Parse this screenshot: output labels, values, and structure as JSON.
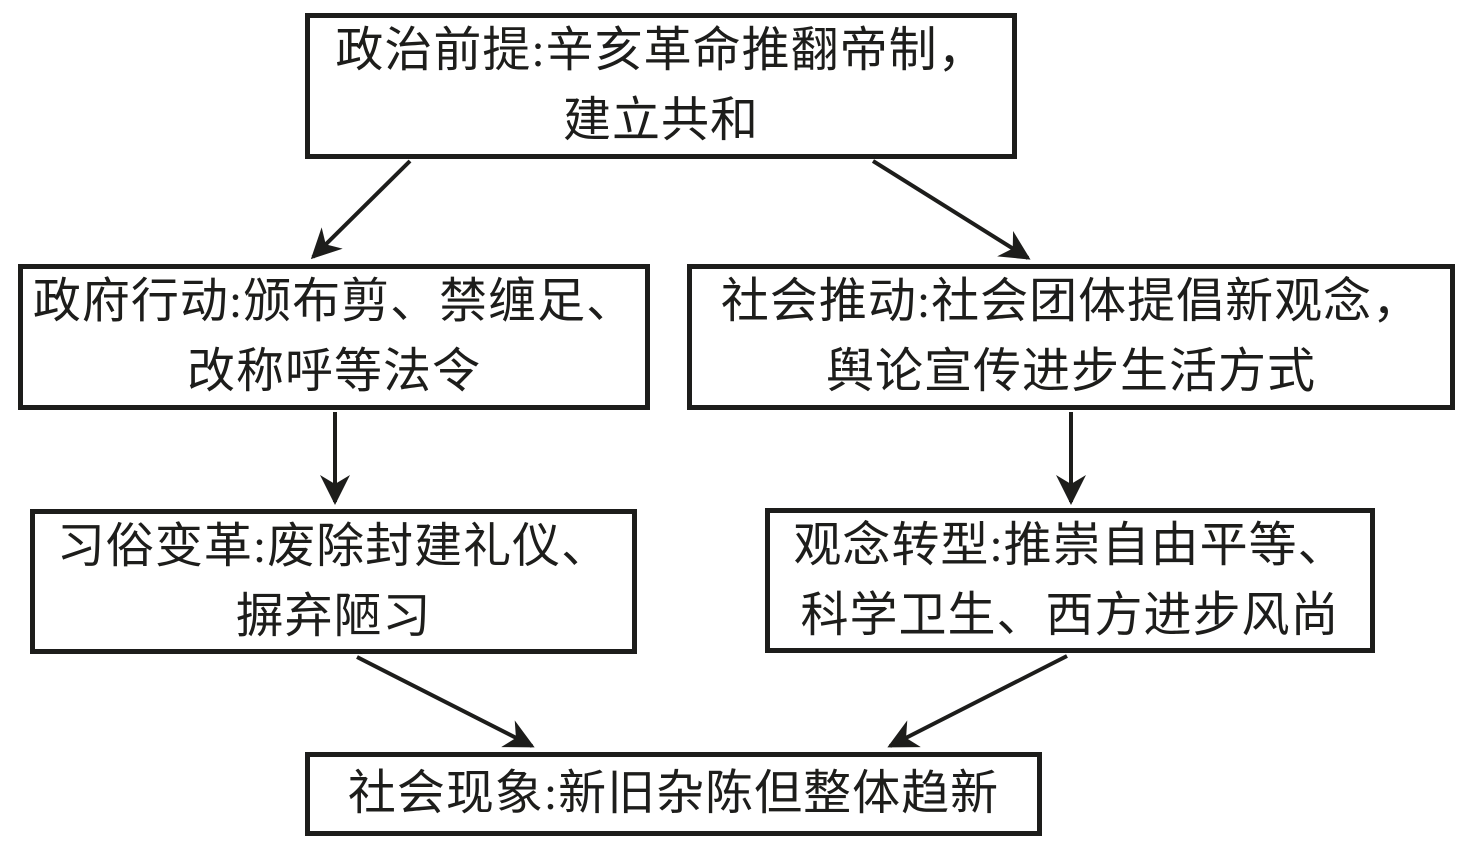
{
  "figure": {
    "title_meaning": "社会生活变迁结构图",
    "background_color": "#ffffff",
    "ink_color": "#1d1d1b",
    "nodes": {
      "political_premise": {
        "text": "政治前提:辛亥革命推翻帝制，\n建立共和"
      },
      "government_action": {
        "text": "政府行动:颁布剪、禁缠足、\n改称呼等法令"
      },
      "social_push": {
        "text": "社会推动:社会团体提倡新观念，\n舆论宣传进步生活方式"
      },
      "custom_reform": {
        "text": "习俗变革:废除封建礼仪、\n摒弃陋习"
      },
      "concept_transition": {
        "text": "观念转型:推崇自由平等、\n科学卫生、西方进步风尚"
      },
      "social_phenomenon": {
        "text": "社会现象:新旧杂陈但整体趋新"
      }
    },
    "edges": [
      {
        "from": "political_premise",
        "to": "government_action"
      },
      {
        "from": "political_premise",
        "to": "social_push"
      },
      {
        "from": "government_action",
        "to": "custom_reform"
      },
      {
        "from": "social_push",
        "to": "concept_transition"
      },
      {
        "from": "custom_reform",
        "to": "social_phenomenon"
      },
      {
        "from": "concept_transition",
        "to": "social_phenomenon"
      }
    ]
  }
}
